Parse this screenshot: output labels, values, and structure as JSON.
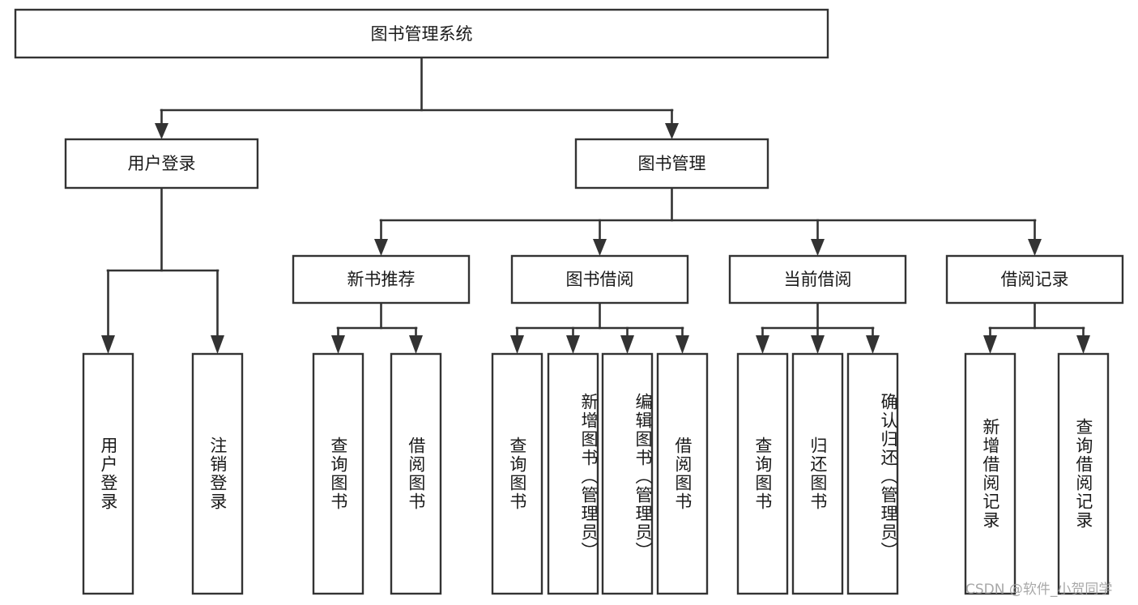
{
  "diagram": {
    "type": "tree-hierarchy-chart",
    "title": "图书管理系统",
    "orientation": "top-down",
    "root": {
      "id": "root",
      "label": "图书管理系统",
      "text_direction": "horizontal"
    },
    "level2": [
      {
        "id": "user-login",
        "label": "用户登录",
        "text_direction": "horizontal"
      },
      {
        "id": "book-manage",
        "label": "图书管理",
        "text_direction": "horizontal"
      }
    ],
    "level3": [
      {
        "id": "new-book-rec",
        "label": "新书推荐",
        "text_direction": "horizontal",
        "parent": "book-manage"
      },
      {
        "id": "book-borrow",
        "label": "图书借阅",
        "text_direction": "horizontal",
        "parent": "book-manage"
      },
      {
        "id": "current-borrow",
        "label": "当前借阅",
        "text_direction": "horizontal",
        "parent": "book-manage"
      },
      {
        "id": "borrow-record",
        "label": "借阅记录",
        "text_direction": "horizontal",
        "parent": "book-manage"
      }
    ],
    "leaves": [
      {
        "id": "leaf-user-login",
        "label": "用户登录",
        "parent": "user-login",
        "text_direction": "vertical"
      },
      {
        "id": "leaf-logout",
        "label": "注销登录",
        "parent": "user-login",
        "text_direction": "vertical"
      },
      {
        "id": "leaf-query-book-1",
        "label": "查询图书",
        "parent": "new-book-rec",
        "text_direction": "vertical"
      },
      {
        "id": "leaf-borrow-book-1",
        "label": "借阅图书",
        "parent": "new-book-rec",
        "text_direction": "vertical"
      },
      {
        "id": "leaf-query-book-2",
        "label": "查询图书",
        "parent": "book-borrow",
        "text_direction": "vertical"
      },
      {
        "id": "leaf-add-book",
        "label": "新增图书（管理员）",
        "parent": "book-borrow",
        "text_direction": "vertical"
      },
      {
        "id": "leaf-edit-book",
        "label": "编辑图书（管理员）",
        "parent": "book-borrow",
        "text_direction": "vertical"
      },
      {
        "id": "leaf-borrow-book-2",
        "label": "借阅图书",
        "parent": "book-borrow",
        "text_direction": "vertical"
      },
      {
        "id": "leaf-query-book-3",
        "label": "查询图书",
        "parent": "current-borrow",
        "text_direction": "vertical"
      },
      {
        "id": "leaf-return-book",
        "label": "归还图书",
        "parent": "current-borrow",
        "text_direction": "vertical"
      },
      {
        "id": "leaf-confirm-return",
        "label": "确认归还（管理员）",
        "parent": "current-borrow",
        "text_direction": "vertical"
      },
      {
        "id": "leaf-add-record",
        "label": "新增借阅记录",
        "parent": "borrow-record",
        "text_direction": "vertical"
      },
      {
        "id": "leaf-query-record",
        "label": "查询借阅记录",
        "parent": "borrow-record",
        "text_direction": "vertical"
      }
    ],
    "colors": {
      "background": "#ffffff",
      "box_fill": "#ffffff",
      "box_stroke": "#333333",
      "connector": "#333333",
      "text": "#1a1a1a",
      "watermark": "#9a9a9a"
    }
  },
  "watermark": {
    "text": "CSDN @软件_小贺同学"
  }
}
